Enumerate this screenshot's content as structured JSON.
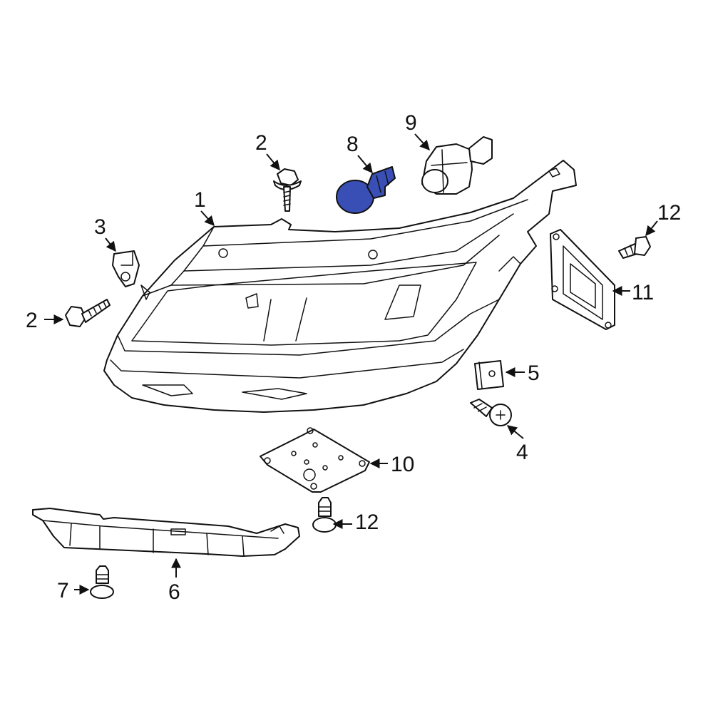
{
  "colors": {
    "line": "#111111",
    "highlight": "#3a4fb5",
    "background": "#ffffff"
  },
  "callouts": {
    "c1": "1",
    "c2a": "2",
    "c2b": "2",
    "c3": "3",
    "c4": "4",
    "c5": "5",
    "c6": "6",
    "c7": "7",
    "c8": "8",
    "c9": "9",
    "c10": "10",
    "c11": "11",
    "c12a": "12",
    "c12b": "12"
  },
  "highlighted_part": "8"
}
